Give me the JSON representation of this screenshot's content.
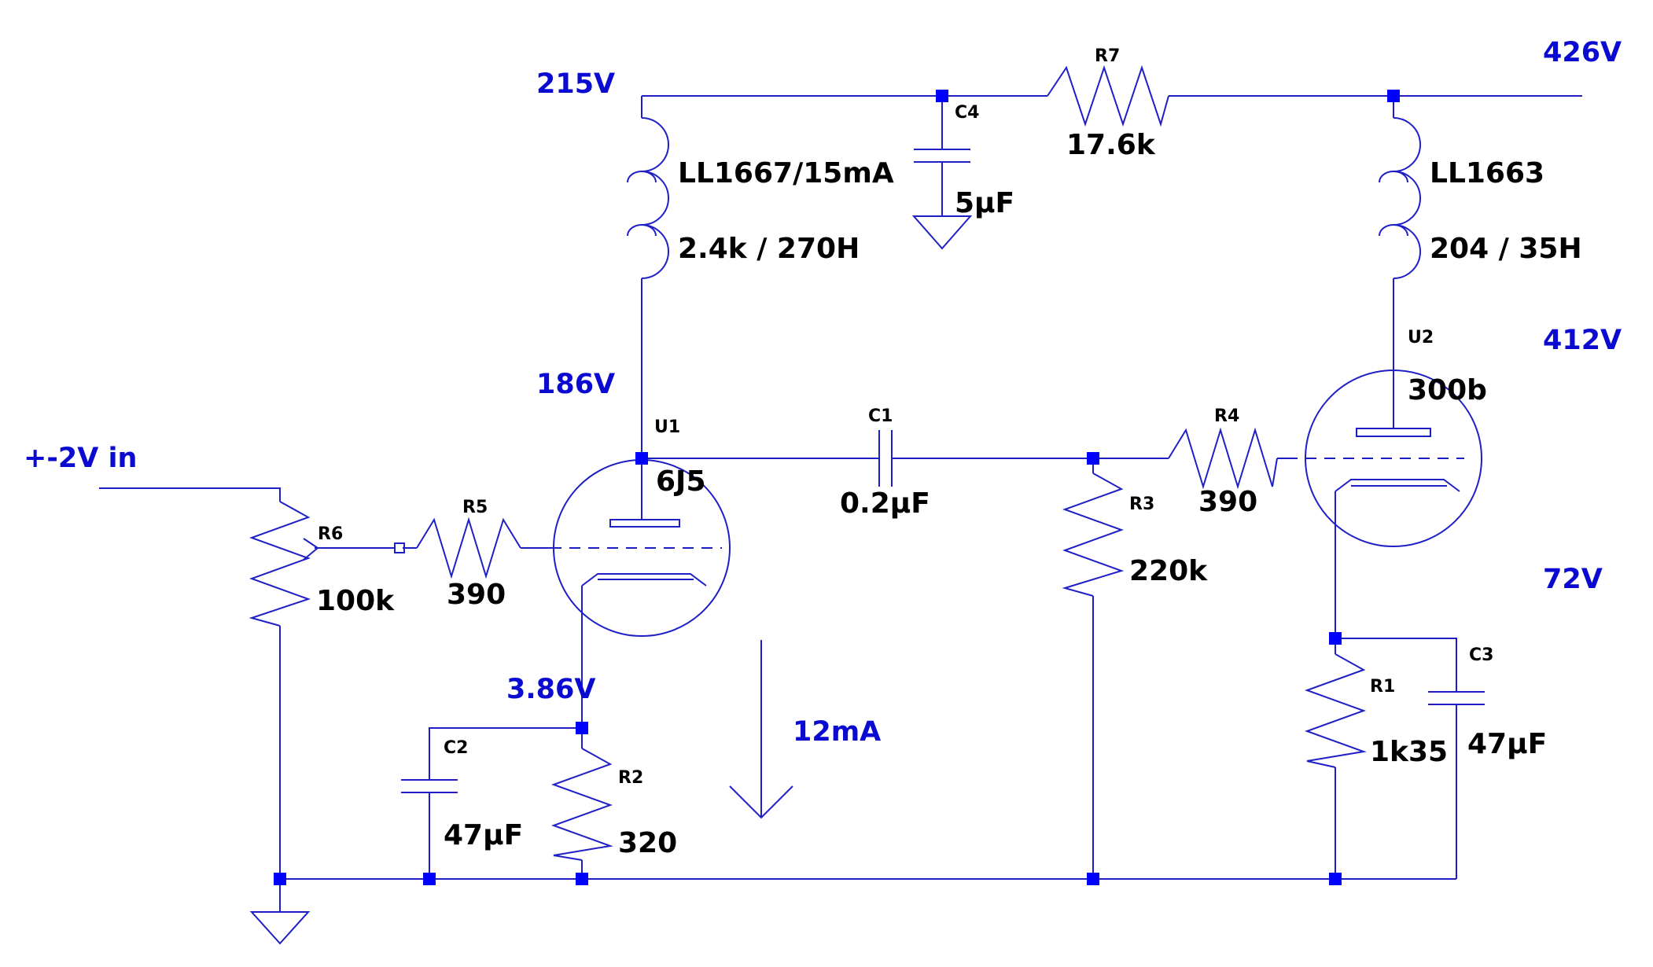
{
  "components": {
    "r7": {
      "ref": "R7",
      "value": "17.6k"
    },
    "c4": {
      "ref": "C4",
      "value": "5µF"
    },
    "l1": {
      "part": "LL1667/15mA",
      "value": "2.4k / 270H"
    },
    "l2": {
      "part": "LL1663",
      "value": "204 / 35H"
    },
    "u1": {
      "ref": "U1",
      "value": "6J5"
    },
    "u2": {
      "ref": "U2",
      "value": "300b"
    },
    "c1": {
      "ref": "C1",
      "value": "0.2µF"
    },
    "r3": {
      "ref": "R3",
      "value": "220k"
    },
    "r4": {
      "ref": "R4",
      "value": "390"
    },
    "r5": {
      "ref": "R5",
      "value": "390"
    },
    "r6": {
      "ref": "R6",
      "value": "100k"
    },
    "r2": {
      "ref": "R2",
      "value": "320"
    },
    "c2": {
      "ref": "C2",
      "value": "47µF"
    },
    "r1": {
      "ref": "R1",
      "value": "1k35"
    },
    "c3": {
      "ref": "C3",
      "value": "47µF"
    }
  },
  "annotations": {
    "v_215": "215V",
    "v_426": "426V",
    "v_412": "412V",
    "v_186": "186V",
    "v_72": "72V",
    "v_386": "3.86V",
    "input": "+-2V in",
    "current": "12mA"
  },
  "colors": {
    "wire": "#1f1fc8",
    "node": "#0000ff",
    "annotation": "#0a0ad0",
    "text": "#000000"
  }
}
